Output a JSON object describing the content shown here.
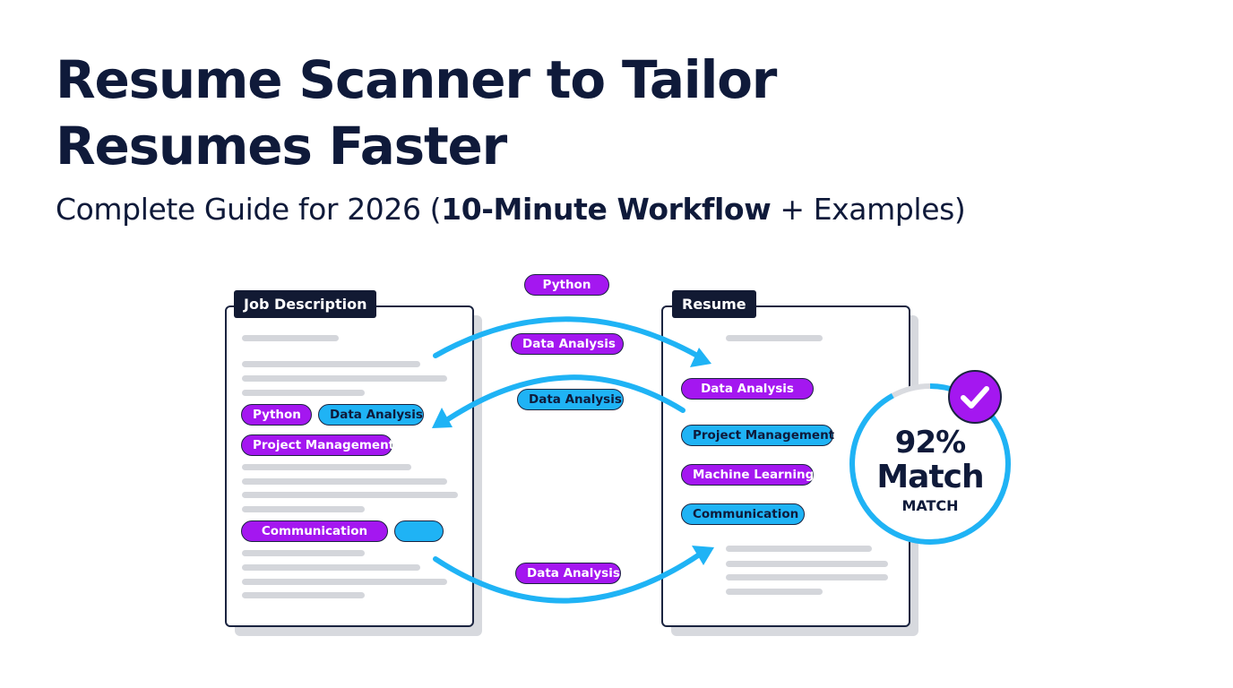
{
  "heading": {
    "title": "Resume Scanner to Tailor\nResumes Faster",
    "subtitle_regular": "Complete Guide for 2026 (",
    "subtitle_bold": "10-Minute Workflow",
    "subtitle_tail": " + Examples)"
  },
  "job_card": {
    "label": "Job Description",
    "chips": [
      "Python",
      "Data Analysis",
      "Project Management",
      "Communication",
      ""
    ]
  },
  "resume_card": {
    "label": "Resume",
    "chips": [
      "Data Analysis",
      "Project Management",
      "Machine Learning",
      "Communication"
    ]
  },
  "flow_chips": {
    "top": "Python",
    "upper": "Data Analysis",
    "middle": "Data Analysis",
    "bottom": "Data Analysis"
  },
  "score": {
    "percent_text": "92%",
    "match_label": "Match",
    "sub_label": "MATCH",
    "value": 0.92
  },
  "colors": {
    "navy": "#0f1a3a",
    "purple": "#a417f0",
    "blue": "#1fb3f5",
    "bar_gray": "#d4d6db",
    "shadow_gray": "#d7d9de"
  },
  "icons": [
    "check-icon",
    "arrow-right-icon",
    "arrow-left-icon"
  ]
}
